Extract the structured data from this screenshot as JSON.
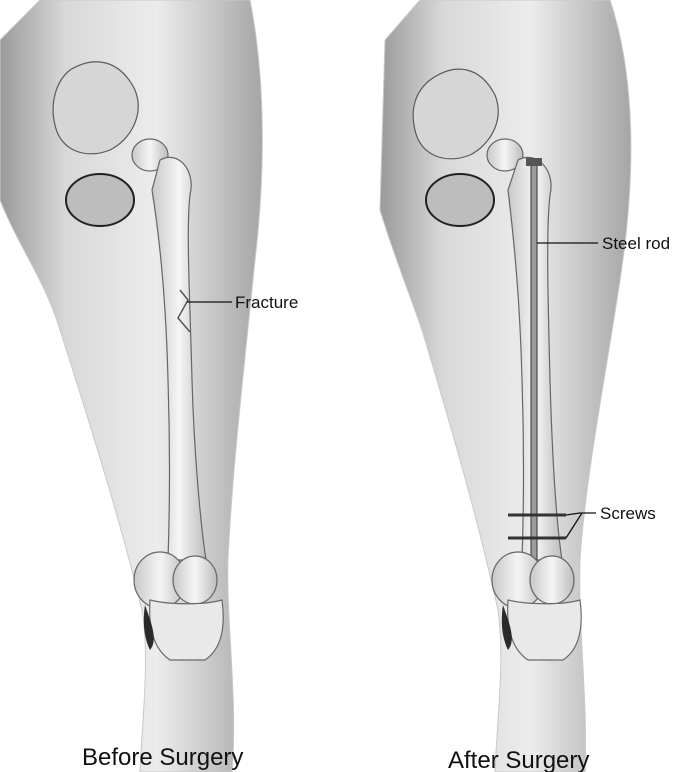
{
  "panels": [
    {
      "caption": "Before Surgery",
      "callouts": [
        {
          "text": "Fracture"
        }
      ]
    },
    {
      "caption": "After Surgery",
      "callouts": [
        {
          "text": "Steel rod"
        },
        {
          "text": "Screws"
        }
      ]
    }
  ],
  "colors": {
    "skin_dark": "#8c8c8c",
    "skin_light": "#f4f4f4",
    "bone": "#e9e9e9",
    "text": "#111111"
  }
}
